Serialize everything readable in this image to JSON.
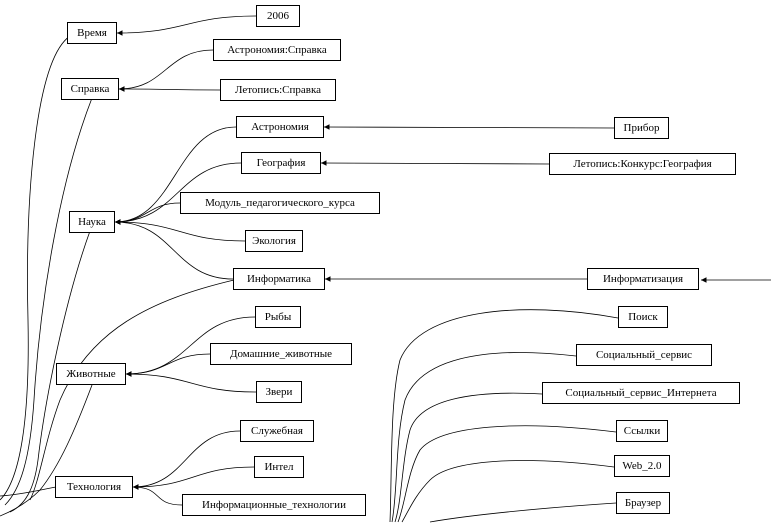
{
  "nodes": {
    "vremya": "Время",
    "n2006": "2006",
    "spravka": "Справка",
    "astronomy_spravka": "Астрономия:Справка",
    "letopis_spravka": "Летопись:Справка",
    "astronomiya": "Астрономия",
    "pribor": "Прибор",
    "geografiya": "География",
    "letopis_konkurs": "Летопись:Конкурс:География",
    "nauka": "Наука",
    "modul": "Модуль_педагогического_курса",
    "ekologiya": "Экология",
    "informatika": "Информатика",
    "informatizatsiya": "Информатизация",
    "ryby": "Рыбы",
    "zhivotnye": "Животные",
    "domashnie": "Домашние_животные",
    "zveri": "Звери",
    "sluzhebnaya": "Служебная",
    "tekhnologiya": "Технология",
    "intel": "Интел",
    "info_tech": "Информационные_технологии",
    "poisk": "Поиск",
    "soc_servis": "Социальный_сервис",
    "soc_servis_int": "Социальный_сервис_Интернета",
    "ssylki": "Ссылки",
    "web20": "Web_2.0",
    "brauzer": "Браузер"
  },
  "edges": [
    [
      "n2006",
      "vremya"
    ],
    [
      "astronomy_spravka",
      "spravka"
    ],
    [
      "letopis_spravka",
      "spravka"
    ],
    [
      "pribor",
      "astronomiya"
    ],
    [
      "letopis_konkurs",
      "geografiya"
    ],
    [
      "astronomiya",
      "nauka"
    ],
    [
      "geografiya",
      "nauka"
    ],
    [
      "modul",
      "nauka"
    ],
    [
      "ekologiya",
      "nauka"
    ],
    [
      "informatika",
      "nauka"
    ],
    [
      "informatizatsiya",
      "informatika"
    ],
    [
      "ryby",
      "zhivotnye"
    ],
    [
      "domashnie",
      "zhivotnye"
    ],
    [
      "zveri",
      "zhivotnye"
    ],
    [
      "sluzhebnaya",
      "tekhnologiya"
    ],
    [
      "intel",
      "tekhnologiya"
    ],
    [
      "info_tech",
      "tekhnologiya"
    ]
  ]
}
